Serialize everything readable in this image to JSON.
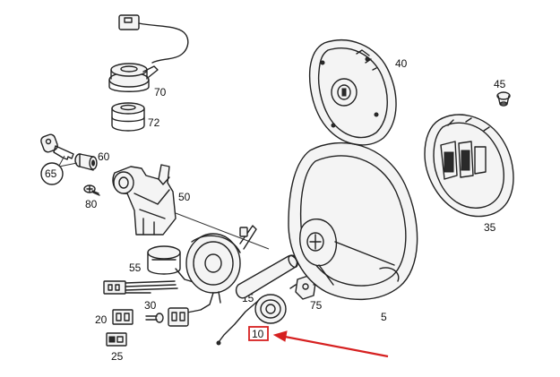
{
  "callouts": {
    "p70": "70",
    "p72": "72",
    "p60": "60",
    "p65": "65",
    "p80": "80",
    "p50": "50",
    "p55": "55",
    "p30": "30",
    "p20": "20",
    "p25": "25",
    "p15": "15",
    "p10": "10",
    "p75": "75",
    "p5": "5",
    "p40": "40",
    "p45": "45",
    "p35": "35"
  },
  "highlight": {
    "color": "#d62020",
    "target": "10"
  }
}
